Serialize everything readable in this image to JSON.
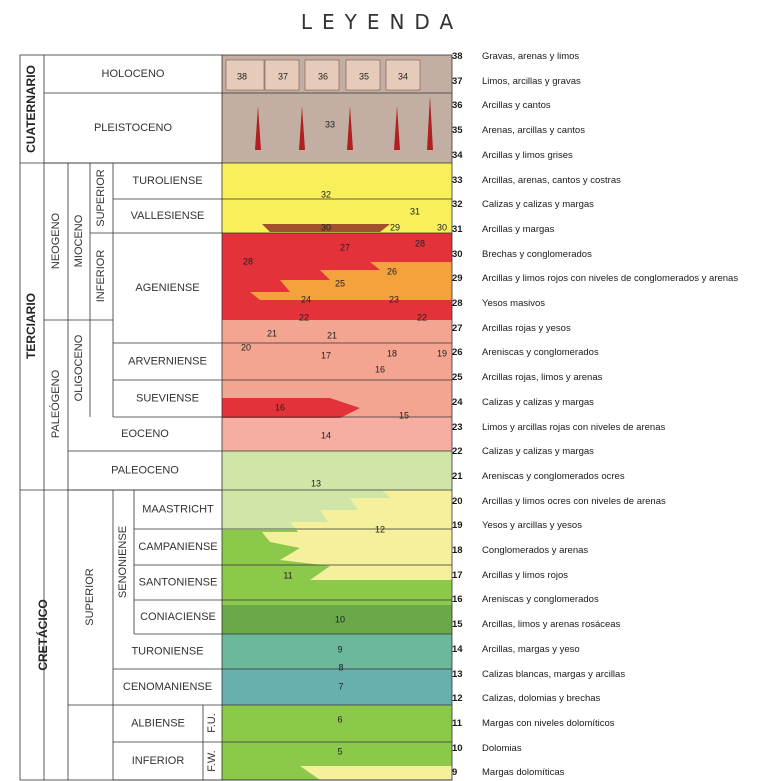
{
  "title": "LEYENDA",
  "eras": [
    {
      "id": "cuaternario",
      "label": "CUATERNARIO"
    },
    {
      "id": "terciario",
      "label": "TERCIARIO"
    },
    {
      "id": "cretacico",
      "label": "CRETÁCICO"
    }
  ],
  "periods": [
    {
      "id": "neogeno",
      "label": "NEOGENO"
    },
    {
      "id": "paleogeno",
      "label": "PALEÓGENO"
    }
  ],
  "epochs": [
    {
      "id": "mioceno",
      "label": "MIOCENO"
    },
    {
      "id": "oligoceno",
      "label": "OLIGOCENO"
    },
    {
      "id": "superior",
      "label": "SUPERIOR"
    }
  ],
  "subepochs": [
    {
      "id": "mio-superior",
      "label": "SUPERIOR"
    },
    {
      "id": "mio-inferior",
      "label": "INFERIOR"
    },
    {
      "id": "senoniense",
      "label": "SENONIENSE"
    },
    {
      "id": "fu",
      "label": "F.U."
    },
    {
      "id": "fw",
      "label": "F.W."
    }
  ],
  "stages": [
    {
      "id": "holoceno",
      "label": "HOLOCENO"
    },
    {
      "id": "pleistoceno",
      "label": "PLEISTOCENO"
    },
    {
      "id": "turoliense",
      "label": "TUROLIENSE"
    },
    {
      "id": "vallesiense",
      "label": "VALLESIENSE"
    },
    {
      "id": "ageniense",
      "label": "AGENIENSE"
    },
    {
      "id": "arverniense",
      "label": "ARVERNIENSE"
    },
    {
      "id": "sueviense",
      "label": "SUEVIENSE"
    },
    {
      "id": "eoceno",
      "label": "EOCENO"
    },
    {
      "id": "paleoceno",
      "label": "PALEOCENO"
    },
    {
      "id": "maastricht",
      "label": "MAASTRICHT"
    },
    {
      "id": "campaniense",
      "label": "CAMPANIENSE"
    },
    {
      "id": "santoniense",
      "label": "SANTONIENSE"
    },
    {
      "id": "coniaciense",
      "label": "CONIACIENSE"
    },
    {
      "id": "turoniense",
      "label": "TURONIENSE"
    },
    {
      "id": "cenomaniense",
      "label": "CENOMANIENSE"
    },
    {
      "id": "albiense",
      "label": "ALBIENSE"
    },
    {
      "id": "inferior",
      "label": "INFERIOR"
    }
  ],
  "column_labels": [
    "38",
    "37",
    "36",
    "35",
    "34",
    "33",
    "32",
    "31",
    "30",
    "29",
    "30",
    "28",
    "27",
    "28",
    "26",
    "25",
    "24",
    "23",
    "22",
    "22",
    "21",
    "21",
    "20",
    "17",
    "18",
    "19",
    "16",
    "16",
    "15",
    "14",
    "13",
    "12",
    "11",
    "10",
    "9",
    "8",
    "7",
    "6",
    "5"
  ],
  "legend": [
    {
      "n": "38",
      "text": "Gravas, arenas y limos"
    },
    {
      "n": "37",
      "text": "Limos, arcillas y gravas"
    },
    {
      "n": "36",
      "text": "Arcillas y cantos"
    },
    {
      "n": "35",
      "text": "Arenas, arcillas y cantos"
    },
    {
      "n": "34",
      "text": "Arcillas y limos grises"
    },
    {
      "n": "33",
      "text": "Arcillas, arenas, cantos y costras"
    },
    {
      "n": "32",
      "text": "Calizas y calizas y margas"
    },
    {
      "n": "31",
      "text": "Arcillas y margas"
    },
    {
      "n": "30",
      "text": "Brechas y conglomerados"
    },
    {
      "n": "29",
      "text": "Arcillas y limos rojos con niveles de conglomerados y arenas"
    },
    {
      "n": "28",
      "text": "Yesos masivos"
    },
    {
      "n": "27",
      "text": "Arcillas rojas y yesos"
    },
    {
      "n": "26",
      "text": "Areniscas y conglomerados"
    },
    {
      "n": "25",
      "text": "Arcillas rojas, limos y arenas"
    },
    {
      "n": "24",
      "text": "Calizas y calizas y margas"
    },
    {
      "n": "23",
      "text": "Limos y arcillas rojas con niveles de arenas"
    },
    {
      "n": "22",
      "text": "Calizas y calizas y margas"
    },
    {
      "n": "21",
      "text": "Areniscas y conglomerados ocres"
    },
    {
      "n": "20",
      "text": "Arcillas y limos ocres con niveles de arenas"
    },
    {
      "n": "19",
      "text": "Yesos y arcillas y yesos"
    },
    {
      "n": "18",
      "text": "Conglomerados y arenas"
    },
    {
      "n": "17",
      "text": "Arcillas y limos rojos"
    },
    {
      "n": "16",
      "text": "Areniscas y conglomerados"
    },
    {
      "n": "15",
      "text": "Arcillas, limos y arenas rosáceas"
    },
    {
      "n": "14",
      "text": "Arcillas, margas y yeso"
    },
    {
      "n": "13",
      "text": "Calizas blancas, margas y arcillas"
    },
    {
      "n": "12",
      "text": "Calizas, dolomias y brechas"
    },
    {
      "n": "11",
      "text": "Margas con niveles dolomíticos"
    },
    {
      "n": "10",
      "text": "Dolomias"
    },
    {
      "n": "9",
      "text": "Margas dolomíticas"
    }
  ],
  "colors": {
    "quaternary": "#c2aea2",
    "yellow": "#f8f05a",
    "red": "#e4323a",
    "orange": "#f4a23e",
    "salmon": "#f4a592",
    "pink": "#f6aea2",
    "paleGreen": "#cfe6a8",
    "lightYellow": "#f4f09c",
    "green": "#8cc84a",
    "darkGreen": "#6aa84a",
    "teal": "#6cb89a",
    "blue": "#68b0ae",
    "brown": "#a0512d"
  }
}
